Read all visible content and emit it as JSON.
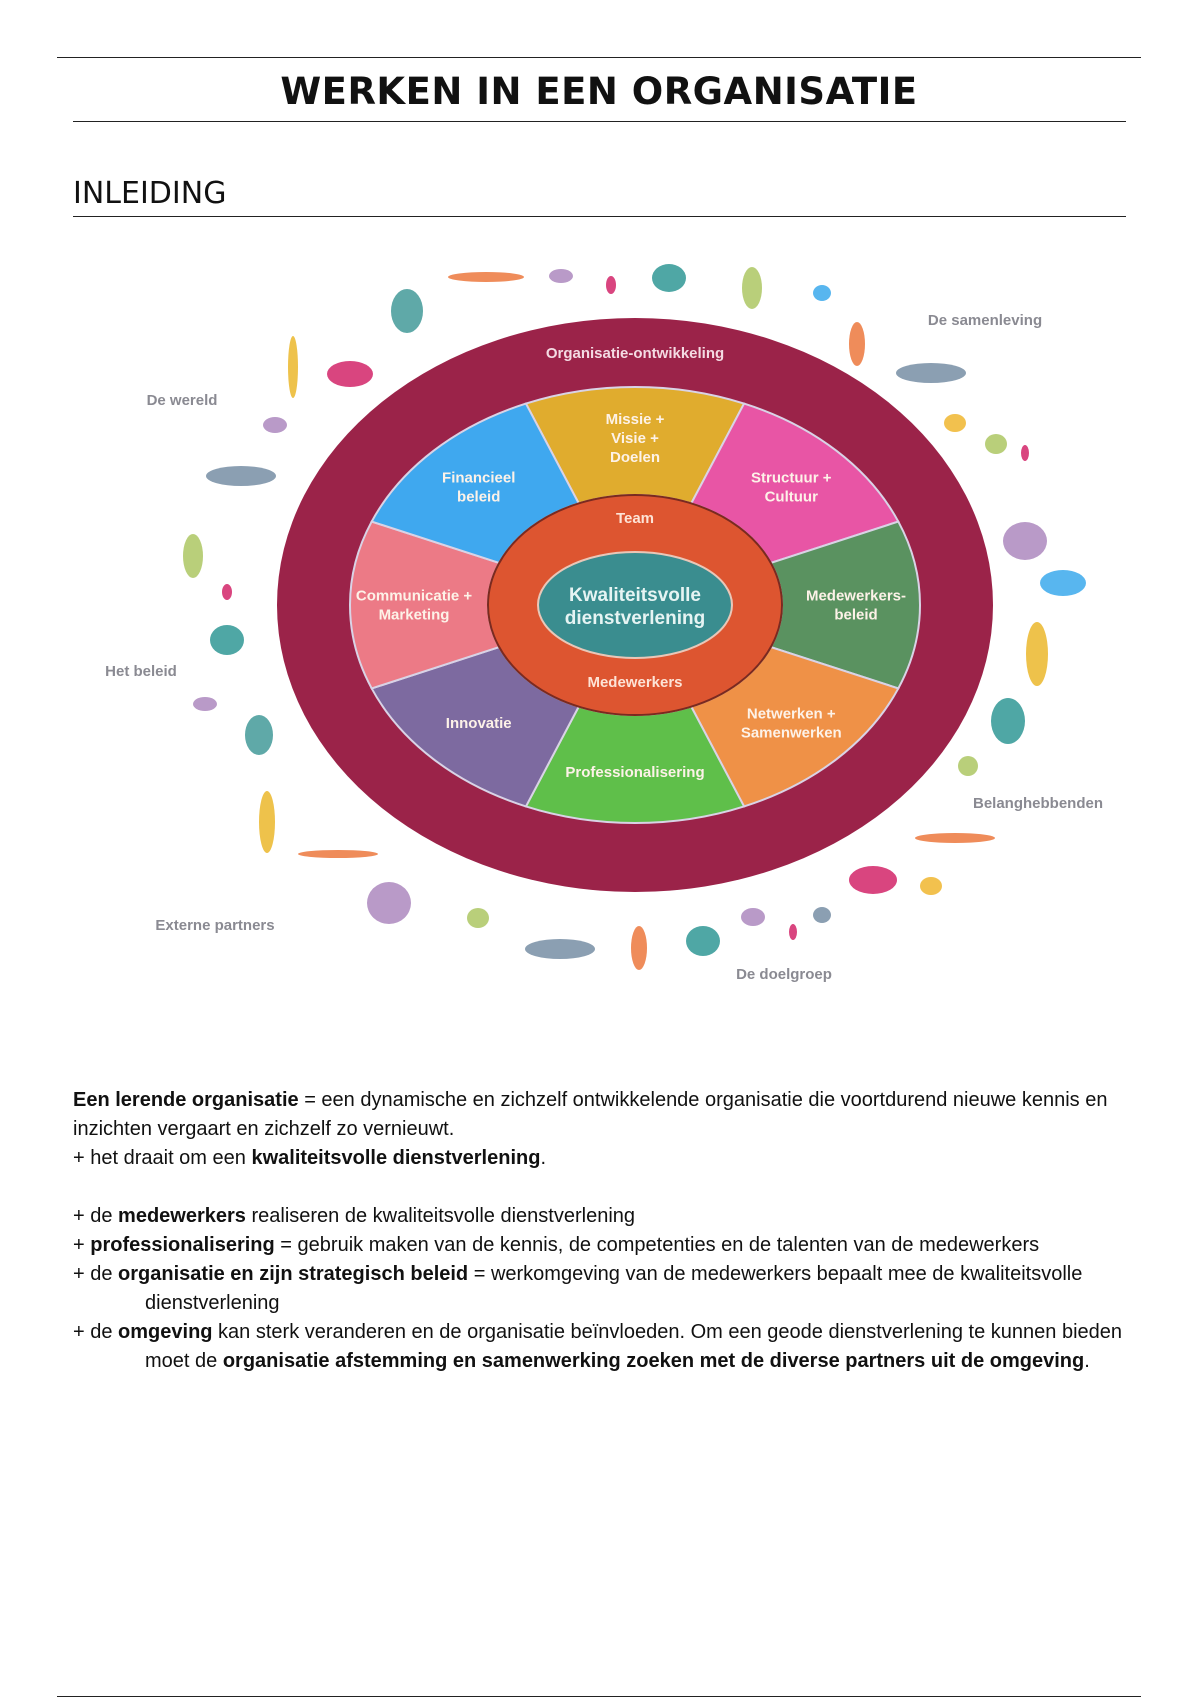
{
  "title": "WERKEN IN EEN ORGANISATIE",
  "section_heading": "INLEIDING",
  "diagram": {
    "outer_ring_label": "Organisatie-ontwikkeling",
    "segments": [
      {
        "label": [
          "Missie +",
          "Visie +",
          "Doelen"
        ],
        "color": "#e0ac2e"
      },
      {
        "label": [
          "Structuur +",
          "Cultuur"
        ],
        "color": "#e855a5"
      },
      {
        "label": [
          "Medewerkers-",
          "beleid"
        ],
        "color": "#5a9260"
      },
      {
        "label": [
          "Netwerken +",
          "Samenwerken"
        ],
        "color": "#ef9147"
      },
      {
        "label": [
          "Professionalisering"
        ],
        "color": "#5fbf4a"
      },
      {
        "label": [
          "Innovatie"
        ],
        "color": "#7d6aa0"
      },
      {
        "label": [
          "Communicatie +",
          "Marketing"
        ],
        "color": "#ec7a86"
      },
      {
        "label": [
          "Financieel",
          "beleid"
        ],
        "color": "#3fa8ef"
      }
    ],
    "inner_ring_top": "Team",
    "inner_ring_bottom": "Medewerkers",
    "center": [
      "Kwaliteitsvolle",
      "dienstverlening"
    ],
    "environment_labels": {
      "world": "De wereld",
      "society": "De samenleving",
      "policy": "Het beleid",
      "stakeholders": "Belanghebbenden",
      "external_partners": "Externe partners",
      "target_group": "De doelgroep"
    },
    "colors": {
      "outer_ring": "#9b2349",
      "inner_ring": "#dd5530",
      "center": "#3a8d8f"
    }
  },
  "body": {
    "p1_bold": "Een lerende organisatie",
    "p1_text": " = een dynamische en zichzelf ontwikkelende organisatie die voortdurend nieuwe kennis en inzichten vergaart en zichzelf zo vernieuwt.",
    "p2_text": "+ het draait om een ",
    "p2_bold": "kwaliteitsvolle dienstverlening",
    "p2_end": ".",
    "b1_pre": "+ de ",
    "b1_bold": "medewerkers",
    "b1_text": " realiseren de kwaliteitsvolle dienstverlening",
    "b2_pre": "+ ",
    "b2_bold": "professionalisering",
    "b2_text": " = gebruik maken van de kennis, de competenties en de talenten van de medewerkers",
    "b3_pre": "+ de ",
    "b3_bold": "organisatie en zijn strategisch beleid",
    "b3_text": " = werkomgeving van de medewerkers bepaalt mee de kwaliteitsvolle dienstverlening",
    "b4_pre": "+ de ",
    "b4_bold": "omgeving",
    "b4_text": " kan sterk veranderen en de organisatie beïnvloeden. Om een geode dienstverlening te kunnen bieden moet de ",
    "b4_bold2": "organisatie afstemming en samenwerking zoeken met de diverse partners uit de omgeving",
    "b4_end": "."
  }
}
